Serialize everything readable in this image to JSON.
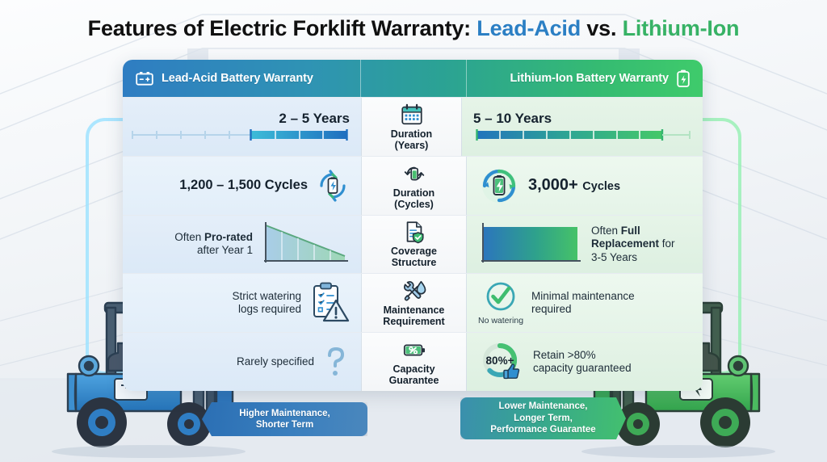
{
  "title": {
    "prefix": "Features of Electric Forklift Warranty:",
    "lead": "Lead-Acid",
    "vs": "vs.",
    "lithium": "Lithium-Ion"
  },
  "header": {
    "left_label": "Lead-Acid Battery Warranty",
    "left_icon": "battery-terminals-icon",
    "right_label": "Lithium-Ion Battery Warranty",
    "right_icon": "battery-bolt-icon"
  },
  "rows": [
    {
      "feature": "Duration\n(Years)",
      "feature_line1": "Duration",
      "feature_line2": "(Years)",
      "icon": "calendar-icon",
      "left_value": "2 – 5 Years",
      "right_value": "5 – 10 Years",
      "left_visual": "timeline-bar-4-of-9",
      "right_visual": "timeline-bar-8-of-9",
      "left_filled_segments": 4,
      "left_total_segments": 9,
      "right_filled_segments": 8,
      "right_total_segments": 9
    },
    {
      "feature_line1": "Duration",
      "feature_line2": "(Cycles)",
      "icon": "battery-cycle-icon",
      "left_value": "1,200 – 1,500 Cycles",
      "right_value_strong": "3,000+",
      "right_value_rest": "Cycles",
      "left_visual": "battery-recycle-arrows-icon",
      "right_visual": "battery-recycle-arrows-icon"
    },
    {
      "feature_line1": "Coverage",
      "feature_line2": "Structure",
      "icon": "document-shield-icon",
      "left_text_pre": "Often ",
      "left_text_strong": "Pro-rated",
      "left_text_post": "after Year 1",
      "right_text_pre": "Often ",
      "right_text_strong": "Full",
      "right_text_strong2": "Replacement",
      "right_text_post": " for",
      "right_text_post2": "3-5 Years",
      "left_visual": "declining-coverage-chart",
      "right_visual": "flat-full-coverage-chart"
    },
    {
      "feature_line1": "Maintenance",
      "feature_line2": "Requirement",
      "icon": "wrench-water-drop-icon",
      "left_text_line1": "Strict watering",
      "left_text_line2": "logs required",
      "right_text_line1": "Minimal maintenance",
      "right_text_line2": "required",
      "right_caption": "No watering",
      "left_visual": "clipboard-warning-icon",
      "right_visual": "checkmark-circle-icon"
    },
    {
      "feature_line1": "Capacity",
      "feature_line2": "Guarantee",
      "icon": "battery-percent-icon",
      "left_text_line1": "Rarely specified",
      "right_text_line1": "Retain >80%",
      "right_text_line2": "capacity guaranteed",
      "left_visual": "question-mark-icon",
      "right_visual": "gauge-80-percent-thumbs-up",
      "gauge_label": "80%+",
      "gauge_percent": 80
    }
  ],
  "summary": {
    "left_line1": "Higher Maintenance,",
    "left_line2": "Shorter Term",
    "right_line1": "Lower Maintenance,",
    "right_line2": "Longer Term,",
    "right_line3": "Performance Guarantee"
  },
  "illustrations": {
    "left_forklift": "blue-forklift-illustration",
    "right_forklift": "green-forklift-illustration",
    "background": "warehouse-interior-line-art"
  },
  "colors": {
    "lead_acid": "#2b7fc4",
    "lithium_ion": "#37b265",
    "header_gradient_start": "#2f7dc2",
    "header_gradient_end": "#3fcb6b"
  }
}
